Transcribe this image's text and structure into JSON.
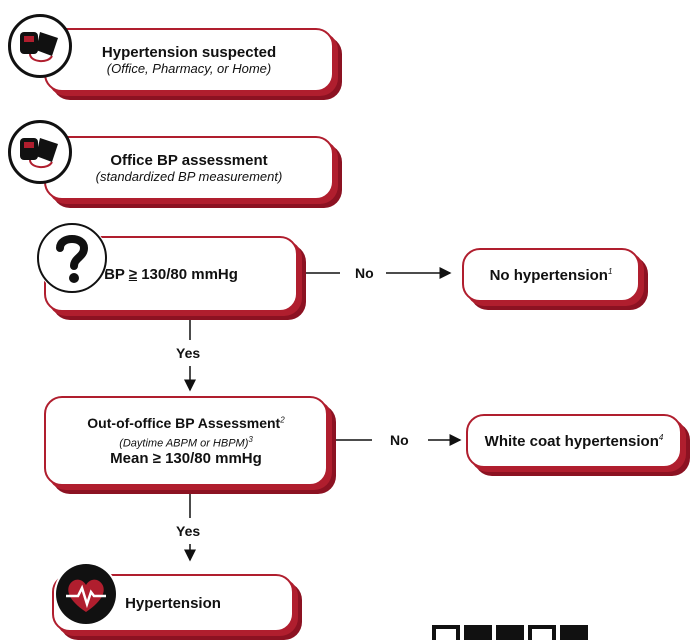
{
  "nodes": {
    "suspected": {
      "title": "Hypertension suspected",
      "subtitle": "(Office, Pharmacy, or Home)"
    },
    "office": {
      "title": "Office BP assessment",
      "subtitle": "(standardized BP measurement)"
    },
    "bp_check": {
      "title_prefix": "BP ",
      "title_symbol": "≥",
      "title_suffix": " 130/80 mmHg"
    },
    "no_htn": {
      "title": "No hypertension",
      "footnote": "1"
    },
    "out_office": {
      "title": "Out-of-office BP Assessment",
      "footnote": "2",
      "subtitle": "(Daytime ABPM or HBPM)",
      "subtitle_footnote": "3",
      "line3": "Mean ≥ 130/80 mmHg"
    },
    "white_coat": {
      "title": "White coat hypertension",
      "footnote": "4"
    },
    "htn": {
      "title": "Hypertension"
    }
  },
  "edges": {
    "no1": "No",
    "yes1": "Yes",
    "no2": "No",
    "yes2": "Yes"
  },
  "icons": [
    "bp-monitor-icon",
    "bp-monitor-icon",
    "question-mark-icon",
    "heart-ecg-icon"
  ],
  "colors": {
    "accent": "#b01e2e",
    "shadow": "#8c1222",
    "icon": "#111111"
  }
}
